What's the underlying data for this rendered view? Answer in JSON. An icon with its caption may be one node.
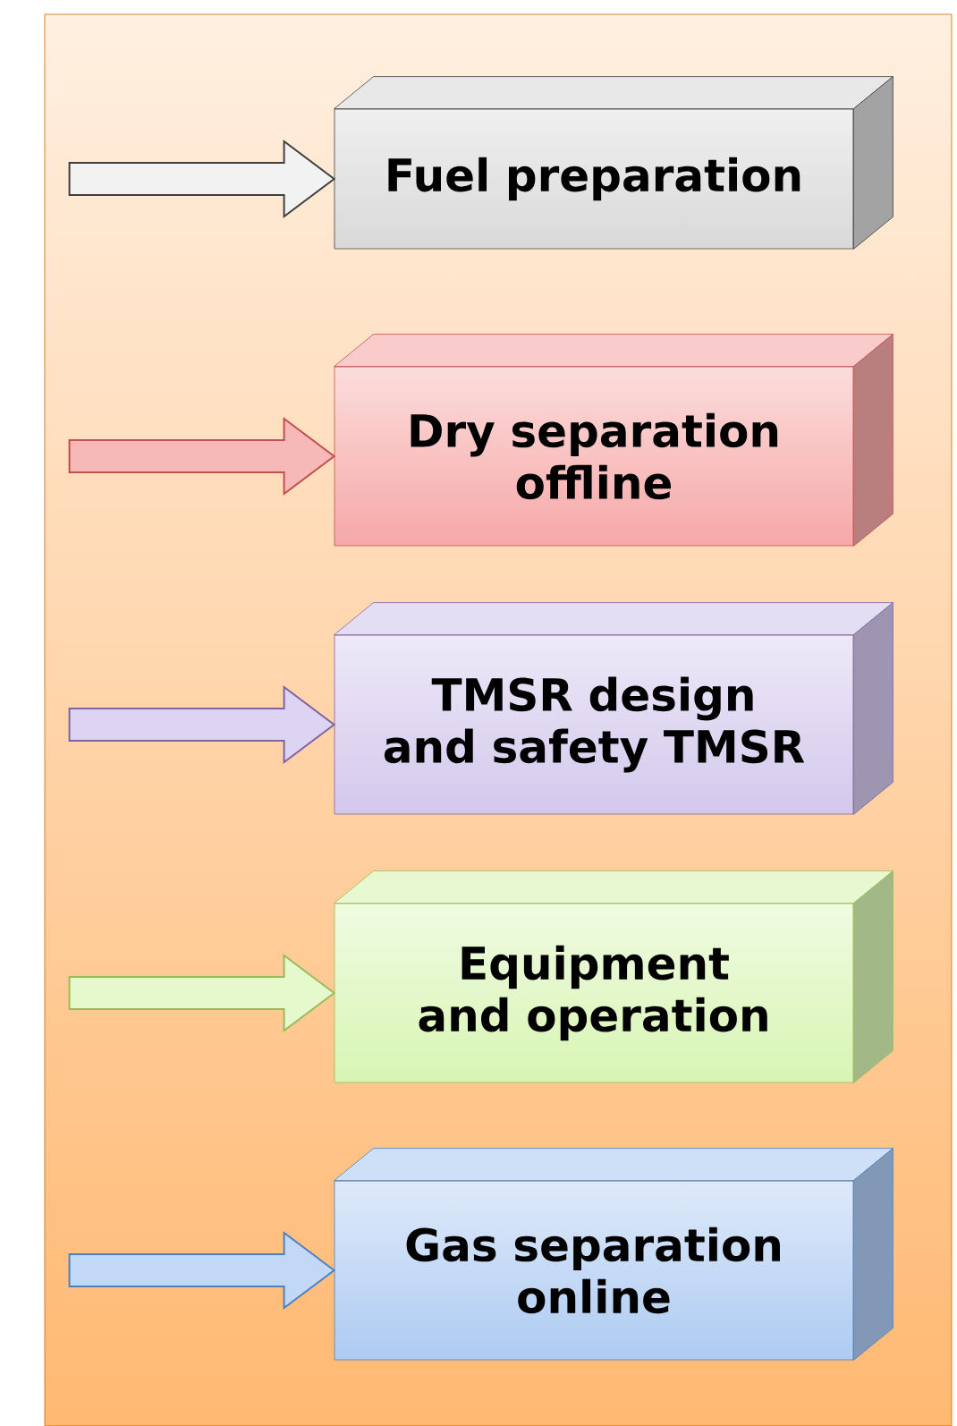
{
  "diagram": {
    "nodes": [
      {
        "text": [
          "Fuel preparation"
        ]
      },
      {
        "text": [
          "Dry separation offline"
        ]
      },
      {
        "text": [
          "TMSR design and safety TMSR"
        ]
      },
      {
        "text": [
          "Equipment and operation"
        ]
      },
      {
        "text": [
          "Gas separation online"
        ]
      }
    ],
    "edges": [
      {
        "from": null,
        "to": 0,
        "arrow": "to",
        "color": "#404040"
      },
      {
        "from": null,
        "to": 1,
        "arrow": "to",
        "color": "#c0504d"
      },
      {
        "from": null,
        "to": 2,
        "arrow": "to",
        "color": "#8064a2"
      },
      {
        "from": null,
        "to": 3,
        "arrow": "to",
        "color": "#9bbb59"
      },
      {
        "from": null,
        "to": 4,
        "arrow": "to",
        "color": "#4f81bd"
      }
    ]
  }
}
